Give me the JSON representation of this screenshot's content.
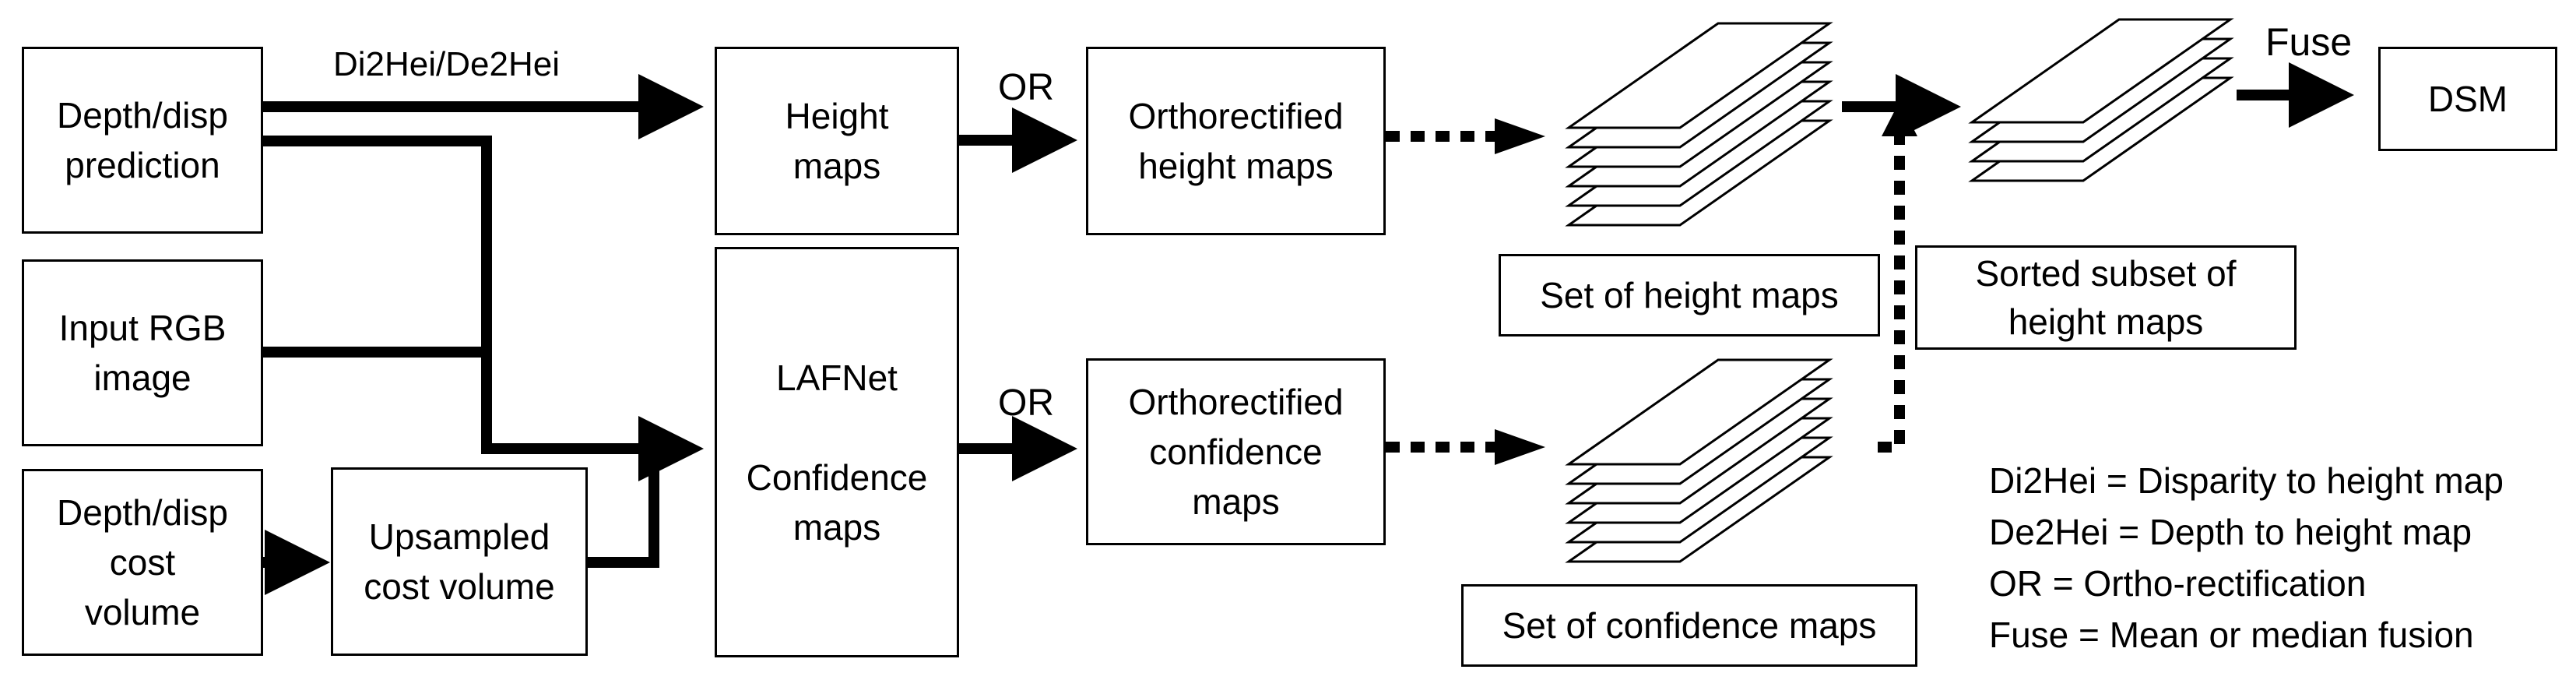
{
  "boxes": {
    "depth_pred": "Depth/disp\nprediction",
    "rgb": "Input RGB\nimage",
    "cost_volume": "Depth/disp\ncost\nvolume",
    "upsampled": "Upsampled\ncost volume",
    "height_maps": "Height\nmaps",
    "lafnet": "LAFNet\n\nConfidence\nmaps",
    "ortho_height": "Orthorectified\nheight maps",
    "ortho_conf": "Orthorectified\nconfidence\nmaps",
    "set_height": "Set of height maps",
    "set_conf": "Set of confidence maps",
    "sorted_subset": "Sorted subset of\nheight maps",
    "dsm": "DSM"
  },
  "edge_labels": {
    "di2hei": "Di2Hei/De2Hei",
    "or_top": "OR",
    "or_bottom": "OR",
    "fuse": "Fuse"
  },
  "legend": [
    "Di2Hei = Disparity to height map",
    "De2Hei = Depth to height map",
    "OR = Ortho-rectification",
    "Fuse = Mean or median fusion"
  ]
}
